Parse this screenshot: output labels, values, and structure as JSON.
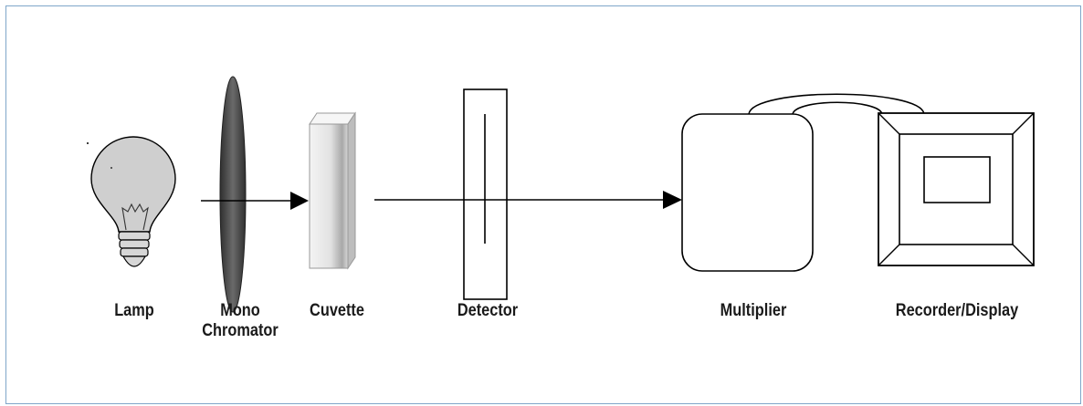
{
  "colors": {
    "line": "#000000",
    "frame": "#7fa6c9",
    "bulb_glass": "#cfcfcf",
    "lens": "#4d4d4d",
    "cuvette_shade": "#a8a8a8"
  },
  "components": [
    {
      "id": "lamp",
      "label": "Lamp"
    },
    {
      "id": "monochromator",
      "label_line1": "Mono",
      "label_line2": "Chromator"
    },
    {
      "id": "cuvette",
      "label": "Cuvette"
    },
    {
      "id": "detector",
      "label": "Detector"
    },
    {
      "id": "multiplier",
      "label": "Multiplier"
    },
    {
      "id": "recorder",
      "label": "Recorder/Display"
    }
  ]
}
